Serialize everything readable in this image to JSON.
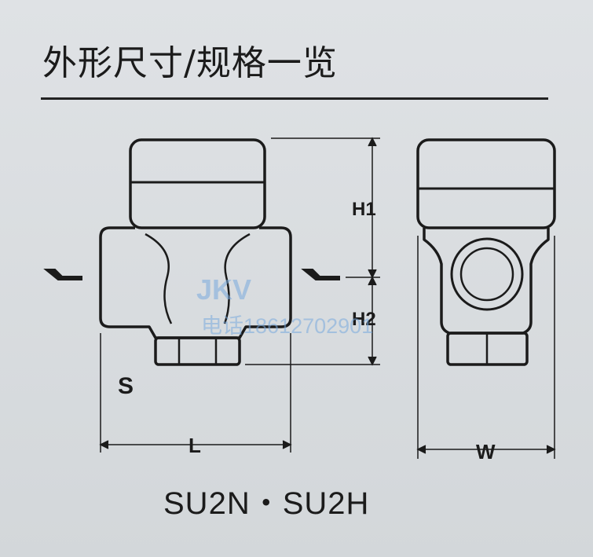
{
  "title": "外形尺寸/规格一览",
  "caption": "SU2N・SU2H",
  "labels": {
    "h1": "H1",
    "h2": "H2",
    "s": "S",
    "l": "L",
    "w": "W"
  },
  "watermark": {
    "brand": "JKV",
    "phone": "电话18612702901"
  },
  "colors": {
    "background": "#d6d9dc",
    "ink": "#1b1b1b",
    "watermark": "#78aadc"
  }
}
